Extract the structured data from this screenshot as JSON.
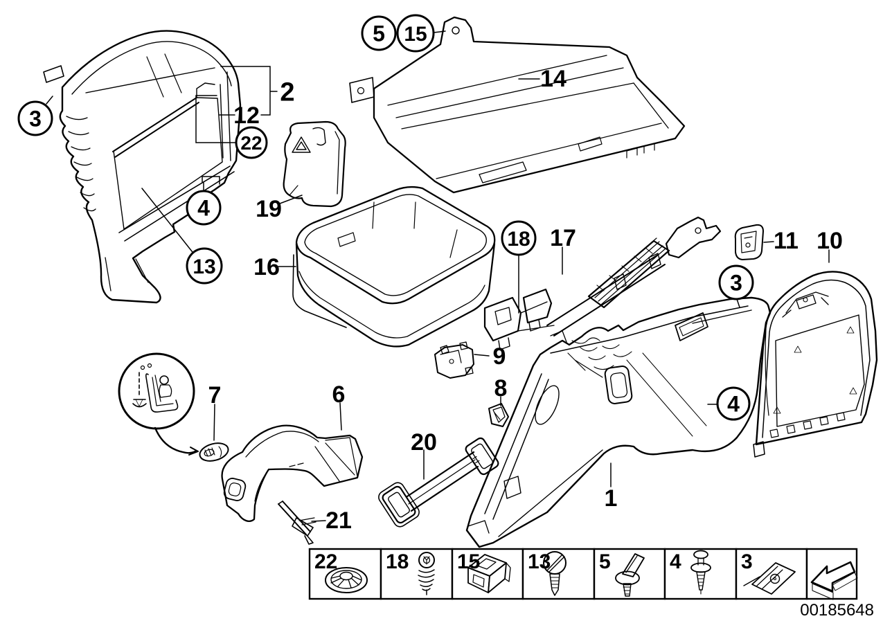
{
  "figure": {
    "id_number": "00185648",
    "ink_color": "#000000",
    "paper_color": "#ffffff",
    "description": "Exploded parts diagram - lateral trunk trim panels"
  },
  "callouts": {
    "circled": [
      {
        "label": "3"
      },
      {
        "label": "4"
      },
      {
        "label": "13"
      },
      {
        "label": "22"
      },
      {
        "label": "5"
      },
      {
        "label": "15"
      },
      {
        "label": "18"
      },
      {
        "label": "3"
      },
      {
        "label": "4"
      }
    ],
    "plain": [
      {
        "label": "2"
      },
      {
        "label": "12"
      },
      {
        "label": "14"
      },
      {
        "label": "19"
      },
      {
        "label": "16"
      },
      {
        "label": "17"
      },
      {
        "label": "11"
      },
      {
        "label": "10"
      },
      {
        "label": "9"
      },
      {
        "label": "8"
      },
      {
        "label": "7"
      },
      {
        "label": "6"
      },
      {
        "label": "20"
      },
      {
        "label": "21"
      },
      {
        "label": "1"
      }
    ]
  },
  "legend": {
    "cells": [
      {
        "label": "22",
        "icon": "push-nut-icon"
      },
      {
        "label": "18",
        "icon": "screw-icon"
      },
      {
        "label": "15",
        "icon": "cage-clip-icon"
      },
      {
        "label": "13",
        "icon": "slotted-rivet-icon"
      },
      {
        "label": "5",
        "icon": "wing-rivet-icon"
      },
      {
        "label": "4",
        "icon": "push-rivet-icon"
      },
      {
        "label": "3",
        "icon": "spring-clip-icon"
      },
      {
        "label": "",
        "icon": "direction-arrow-icon"
      }
    ]
  }
}
